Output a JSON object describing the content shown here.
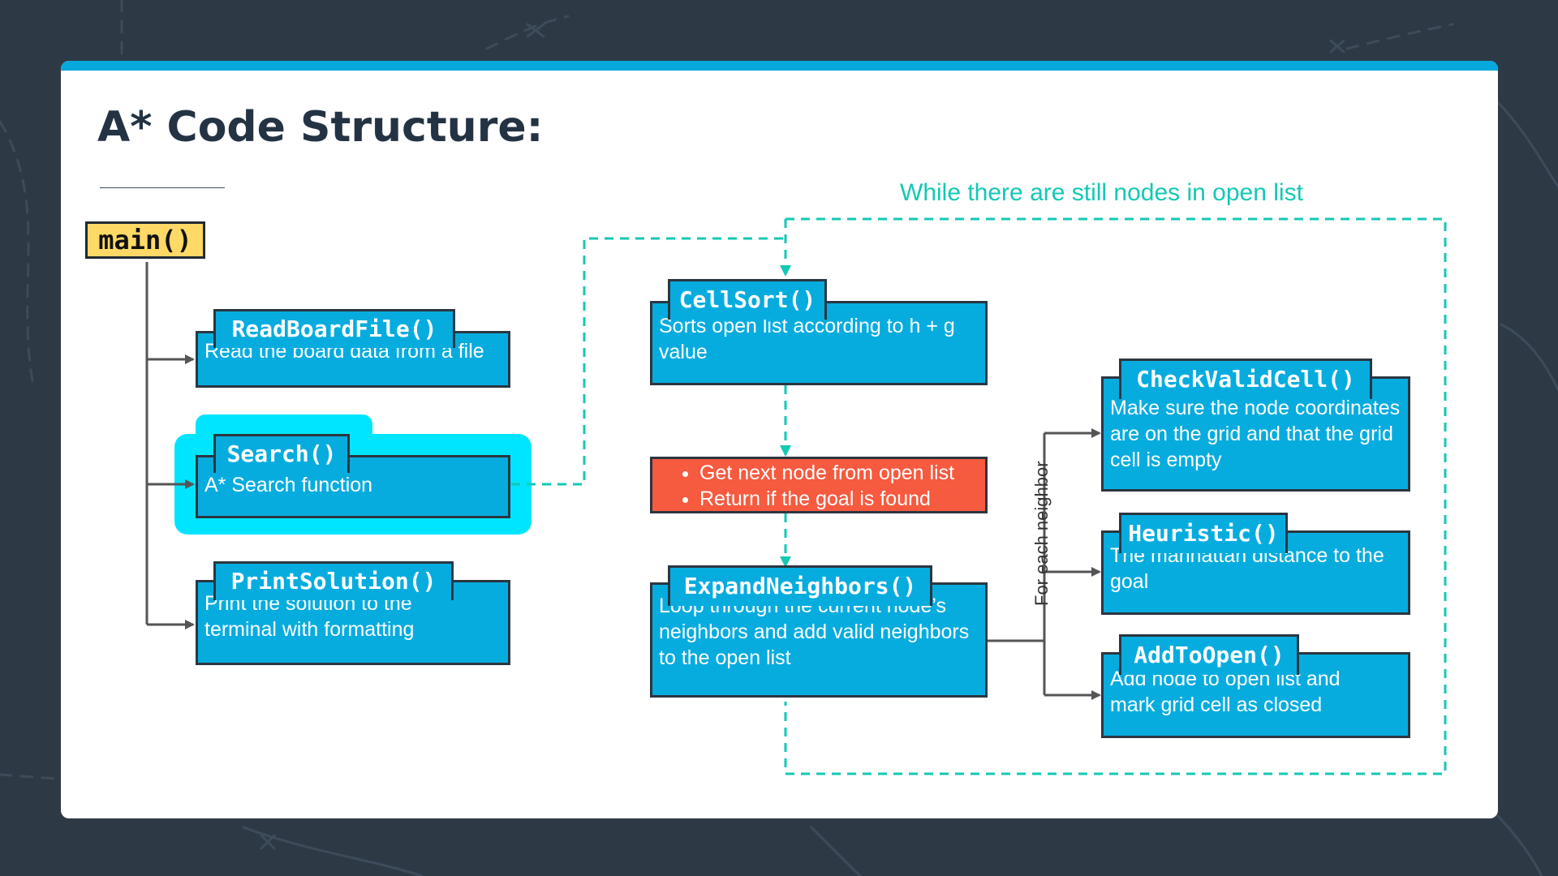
{
  "slide": {
    "title": "A* Code Structure:"
  },
  "diagram": {
    "main_label": "main()",
    "loop_label": "While there are still nodes in open list",
    "for_each_label": "For each neighbor",
    "functions": {
      "read_board": {
        "name": "ReadBoardFile()",
        "description": "Read the board data from a file"
      },
      "search": {
        "name": "Search()",
        "description": "A* Search function"
      },
      "print_solution": {
        "name": "PrintSolution()",
        "description": "Print the solution to the terminal with formatting"
      },
      "cell_sort": {
        "name": "CellSort()",
        "description": "Sorts open list according to h + g value"
      },
      "expand_neighbors": {
        "name": "ExpandNeighbors()",
        "description": "Loop through the current node’s neighbors and add valid neighbors to the open list"
      },
      "check_valid_cell": {
        "name": "CheckValidCell()",
        "description": "Make sure the node coordinates are on the grid and that the grid cell is empty"
      },
      "heuristic": {
        "name": "Heuristic()",
        "description": "The manhattan distance to the goal"
      },
      "add_to_open": {
        "name": "AddToOpen()",
        "description": "Add node to open list and mark grid cell as closed"
      }
    },
    "loop_steps": [
      "Get next node from open list",
      "Return if the goal is found"
    ]
  },
  "colors": {
    "background": "#2e3946",
    "card": "#ffffff",
    "accent_bar": "#07a9dc",
    "function_box": "#07acdf",
    "main_box": "#ffd966",
    "highlight": "#00e5ff",
    "step_box": "#f65a3f",
    "loop_dashes": "#14c8b4",
    "connector": "#555555"
  }
}
